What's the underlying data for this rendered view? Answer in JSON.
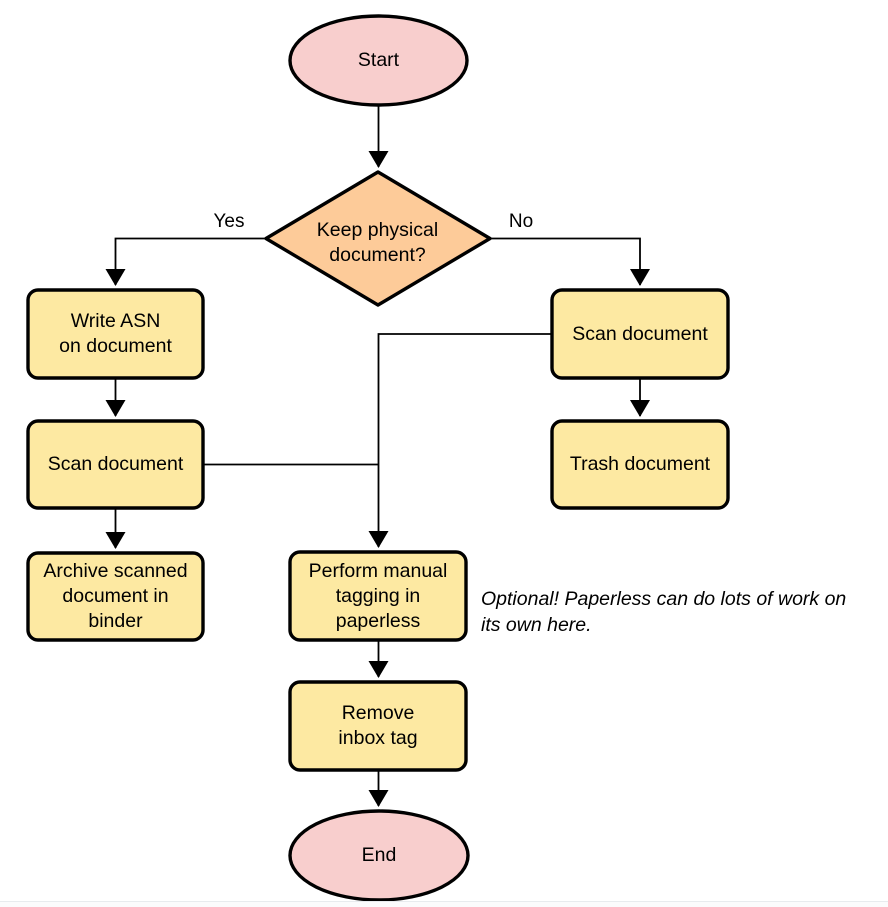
{
  "colors": {
    "terminal_fill": "#f8cecd",
    "decision_fill": "#fdcb99",
    "process_fill": "#fde9a2",
    "stroke": "#000000"
  },
  "nodes": {
    "start": "Start",
    "decision": "Keep physical\ndocument?",
    "write_asn": "Write ASN\non document",
    "scan_left": "Scan document",
    "archive": "Archive scanned\ndocument in\nbinder",
    "scan_right": "Scan document",
    "trash": "Trash document",
    "tagging": "Perform manual\ntagging in\npaperless",
    "remove_inbox": "Remove\ninbox tag",
    "end": "End"
  },
  "edge_labels": {
    "yes": "Yes",
    "no": "No"
  },
  "note": "Optional! Paperless can do lots of work on\nits own here."
}
